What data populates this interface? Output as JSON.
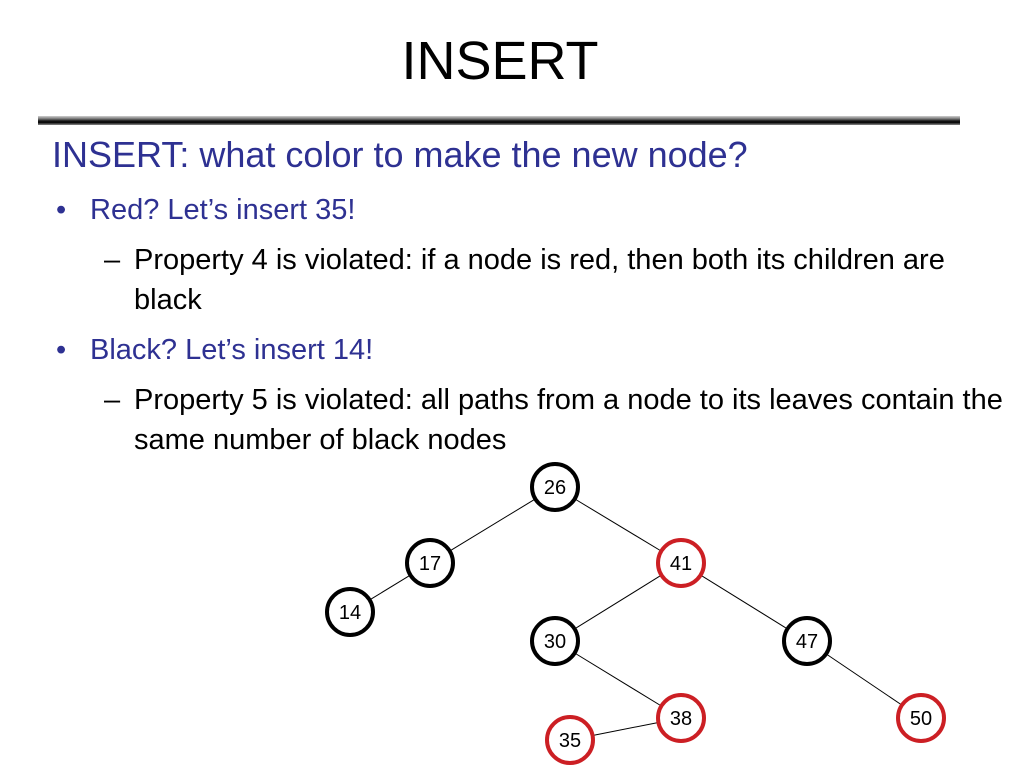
{
  "slide": {
    "title": "INSERT",
    "heading": "INSERT: what color to make the new node?",
    "bullets": [
      {
        "text": "Red? Let’s insert 35!",
        "sub": "Property 4 is violated: if a node is red, then both its children are black"
      },
      {
        "text": "Black? Let’s insert 14!",
        "sub": "Property 5 is violated: all paths from a node to its leaves contain the same number of black nodes"
      }
    ],
    "bullet_symbol": "•",
    "sub_symbol": "–"
  },
  "tree": {
    "colors": {
      "black": "#000000",
      "red": "#cc1f24",
      "edge": "#000000"
    },
    "nodes": [
      {
        "id": "n26",
        "label": "26",
        "color": "black"
      },
      {
        "id": "n17",
        "label": "17",
        "color": "black"
      },
      {
        "id": "n41",
        "label": "41",
        "color": "red"
      },
      {
        "id": "n14",
        "label": "14",
        "color": "black"
      },
      {
        "id": "n30",
        "label": "30",
        "color": "black"
      },
      {
        "id": "n47",
        "label": "47",
        "color": "black"
      },
      {
        "id": "n38",
        "label": "38",
        "color": "red"
      },
      {
        "id": "n50",
        "label": "50",
        "color": "red"
      },
      {
        "id": "n35",
        "label": "35",
        "color": "red"
      }
    ],
    "edges": [
      [
        "n26",
        "n17"
      ],
      [
        "n26",
        "n41"
      ],
      [
        "n17",
        "n14"
      ],
      [
        "n41",
        "n30"
      ],
      [
        "n41",
        "n47"
      ],
      [
        "n30",
        "n38"
      ],
      [
        "n47",
        "n50"
      ],
      [
        "n38",
        "n35"
      ]
    ]
  }
}
